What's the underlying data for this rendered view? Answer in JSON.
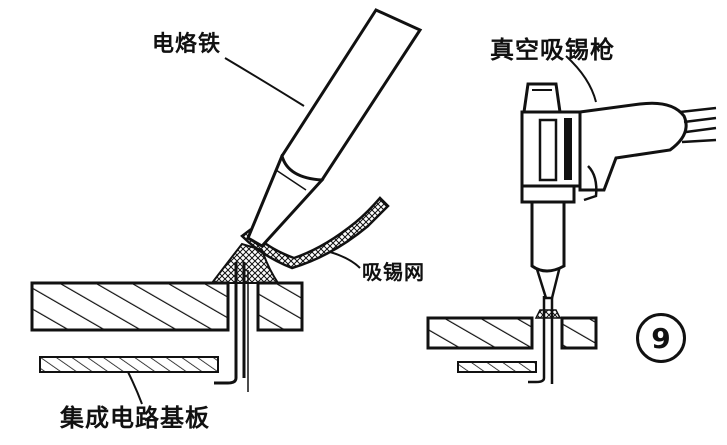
{
  "labels": {
    "soldering_iron": "电烙铁",
    "vacuum_desolder_gun": "真空吸锡枪",
    "solder_wick": "吸锡网",
    "ic_board": "集成电路基板"
  },
  "figure_number": "9",
  "colors": {
    "ink": "#111111",
    "background": "#ffffff"
  }
}
